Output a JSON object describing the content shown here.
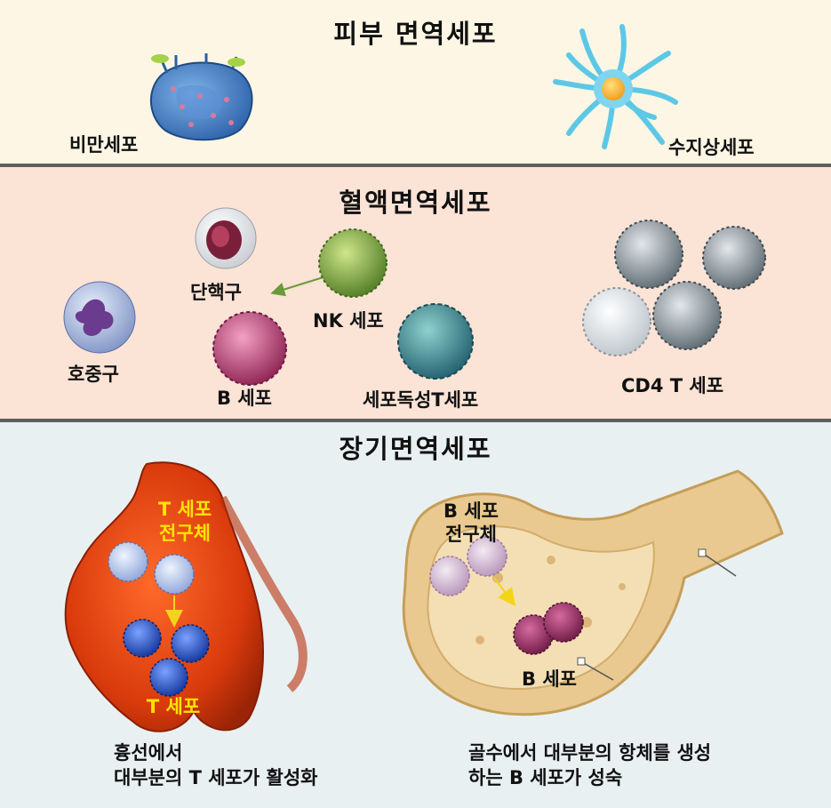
{
  "sections": {
    "skin": {
      "title": "피부 면역세포",
      "mast_cell": "비만세포",
      "dendritic_cell": "수지상세포"
    },
    "blood": {
      "title": "혈액면역세포",
      "monocyte": "단핵구",
      "nk_cell": "NK 세포",
      "neutrophil": "호중구",
      "b_cell": "B 세포",
      "cytotoxic_t_cell": "세포독성T세포",
      "cd4_t_cell": "CD4 T 세포"
    },
    "organ": {
      "title": "장기면역세포",
      "thymus": {
        "precursor_line1": "T 세포",
        "precursor_line2": "전구체",
        "mature": "T 세포",
        "caption_line1": "흉선에서",
        "caption_line2": "대부분의 T 세포가 활성화"
      },
      "bone_marrow": {
        "precursor_line1": "B 세포",
        "precursor_line2": "전구체",
        "mature": "B 세포",
        "caption_line1": "골수에서 대부분의 항체를 생성",
        "caption_line2": "하는 B 세포가 성숙"
      }
    }
  },
  "colors": {
    "skin_bg": "#fdf6e4",
    "blood_bg": "#fbe3d6",
    "organ_bg": "#e9f0f2",
    "highlight_text": "#ffe400"
  }
}
